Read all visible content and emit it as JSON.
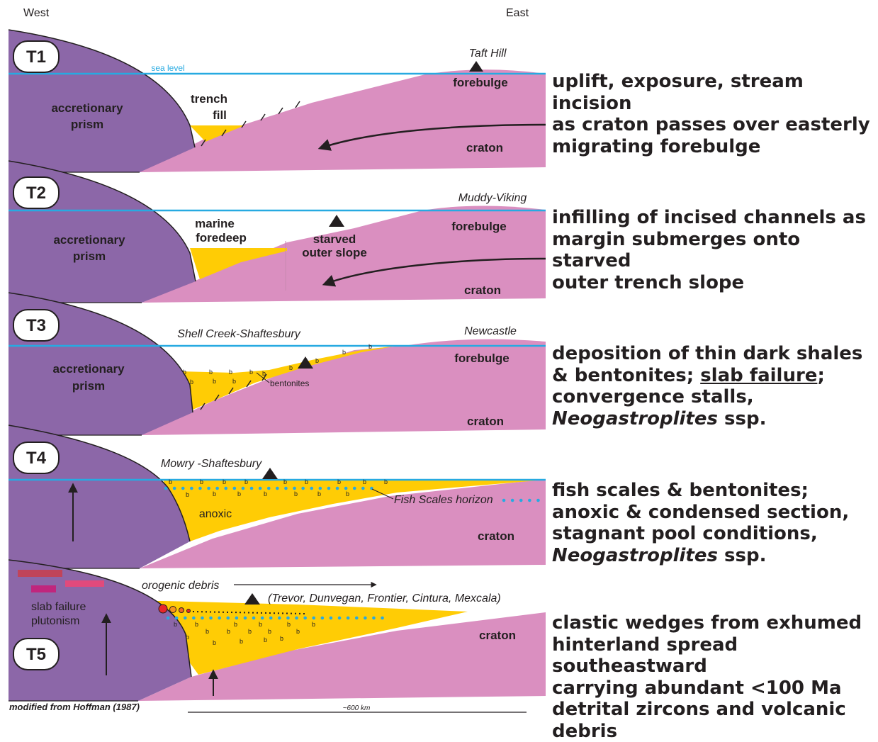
{
  "header": {
    "west": "West",
    "east": "East"
  },
  "colors": {
    "prism": "#8c67a8",
    "craton": "#da8fc0",
    "fill": "#ffcc05",
    "sea_level": "#27aae1",
    "fish_dots": "#27aae1",
    "ink": "#231f20",
    "plutonism_dark": "#c0445a",
    "plutonism_magenta": "#c0267d",
    "plutonism_pink": "#e14a7c"
  },
  "panels": [
    {
      "id": "T1",
      "prism_label": [
        "accretionary",
        "prism"
      ],
      "fill_label": [
        "trench",
        "fill"
      ],
      "sea_level_label": "sea level",
      "landmark": "Taft Hill",
      "forebulge_label": "forebulge",
      "craton_label": "craton",
      "description": [
        "uplift, exposure, stream incision",
        "as craton passes over easterly",
        "migrating forebulge"
      ]
    },
    {
      "id": "T2",
      "prism_label": [
        "accretionary",
        "prism"
      ],
      "fill_label": [
        "marine",
        "foredeep"
      ],
      "slope_label": [
        "starved",
        "outer slope"
      ],
      "landmark": "Muddy-Viking",
      "forebulge_label": "forebulge",
      "craton_label": "craton",
      "description": [
        "infilling of incised channels as",
        "margin submerges onto starved",
        "outer trench slope"
      ]
    },
    {
      "id": "T3",
      "prism_label": [
        "accretionary",
        "prism"
      ],
      "formation_label": "Shell Creek-Shaftesbury",
      "landmark": "Newcastle",
      "forebulge_label": "forebulge",
      "bentonite_label": "bentonites",
      "craton_label": "craton",
      "bentonite_mark": "b",
      "description": {
        "line1": "deposition of thin dark shales",
        "line2_pre": "& bentonites; ",
        "line2_underlined": "slab failure",
        "line2_post": ";",
        "line3": "convergence stalls,",
        "line4_italic": "Neogastroplites",
        "line4_post": " ssp."
      }
    },
    {
      "id": "T4",
      "formation_label": "Mowry -Shaftesbury",
      "fill_label": "anoxic",
      "horizon_label": "Fish Scales horizon",
      "craton_label": "craton",
      "bentonite_mark": "b",
      "description": {
        "line1": "fish scales & bentonites;",
        "line2": "anoxic &  condensed section,",
        "line3": "stagnant pool conditions,",
        "line4_italic": "Neogastroplites",
        "line4_post": " ssp."
      }
    },
    {
      "id": "T5",
      "debris_label": "orogenic debris",
      "formations": "(Trevor, Dunvegan, Frontier, Cintura, Mexcala)",
      "plutonism_label": [
        "slab failure",
        "plutonism"
      ],
      "craton_label": "craton",
      "bentonite_mark": "b",
      "description": [
        "clastic wedges from exhumed",
        "hinterland spread southeastward",
        "carrying abundant <100 Ma",
        "detrital zircons and volcanic debris"
      ]
    }
  ],
  "footer": {
    "credit": "modified from Hoffman (1987)",
    "scale": "~600 km"
  }
}
